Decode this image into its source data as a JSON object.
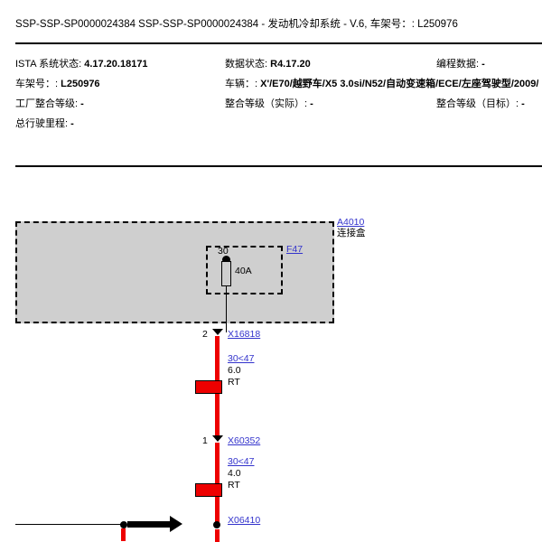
{
  "header": {
    "title": "SSP-SSP-SP0000024384 SSP-SSP-SP0000024384 - 发动机冷却系统 - V.6, 车架号：: L250976"
  },
  "info": {
    "rows": [
      {
        "a_label": "ISTA 系统状态:",
        "a_value": "4.17.20.18171",
        "b_label": "数据状态:",
        "b_value": "R4.17.20",
        "c_label": "编程数据:",
        "c_value": "-"
      },
      {
        "a_label": "车架号：:",
        "a_value": "L250976",
        "b_label": "车辆：:",
        "b_value": "X'/E70/越野车/X5 3.0si/N52/自动变速箱/ECE/左座驾驶型/2009/",
        "c_label": "",
        "c_value": ""
      },
      {
        "a_label": "工厂整合等级:",
        "a_value": "-",
        "b_label": "整合等级（实际）:",
        "b_value": "-",
        "c_label": "整合等级（目标）:",
        "c_value": "-"
      },
      {
        "a_label": "总行驶里程:",
        "a_value": "-",
        "b_label": "",
        "b_value": "",
        "c_label": "",
        "c_value": ""
      }
    ]
  },
  "diagram": {
    "module": {
      "id": "A4010",
      "name": "连接盒"
    },
    "fuse": {
      "id": "F47",
      "terminal": "30",
      "rating": "40A"
    },
    "connectors": [
      {
        "pin": "2",
        "id": "X16818"
      },
      {
        "pin": "1",
        "id": "X60352"
      },
      {
        "pin": "",
        "id": "X06410"
      }
    ],
    "wires": [
      {
        "code": "30<47",
        "size": "6.0",
        "color": "RT"
      },
      {
        "code": "30<47",
        "size": "4.0",
        "color": "RT"
      }
    ],
    "colors": {
      "wire_red": "#ee0000",
      "module_fill": "#cfcfcf",
      "link_blue": "#3333cc"
    }
  }
}
